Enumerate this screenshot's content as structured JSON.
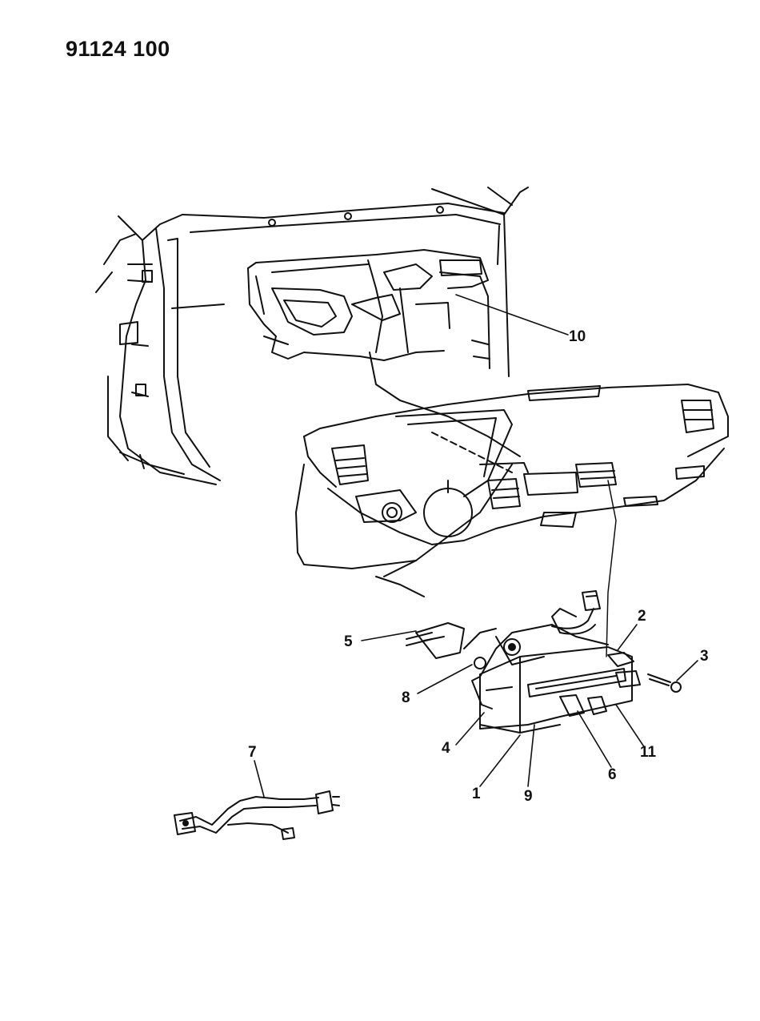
{
  "diagram": {
    "reference_code": "91124 100",
    "callouts": [
      {
        "id": "1",
        "label": "1"
      },
      {
        "id": "2",
        "label": "2"
      },
      {
        "id": "3",
        "label": "3"
      },
      {
        "id": "4",
        "label": "4"
      },
      {
        "id": "5",
        "label": "5"
      },
      {
        "id": "6",
        "label": "6"
      },
      {
        "id": "7",
        "label": "7"
      },
      {
        "id": "8",
        "label": "8"
      },
      {
        "id": "9",
        "label": "9"
      },
      {
        "id": "10",
        "label": "10"
      },
      {
        "id": "11",
        "label": "11"
      }
    ]
  },
  "colors": {
    "ink": "#111111",
    "paper": "#ffffff"
  }
}
